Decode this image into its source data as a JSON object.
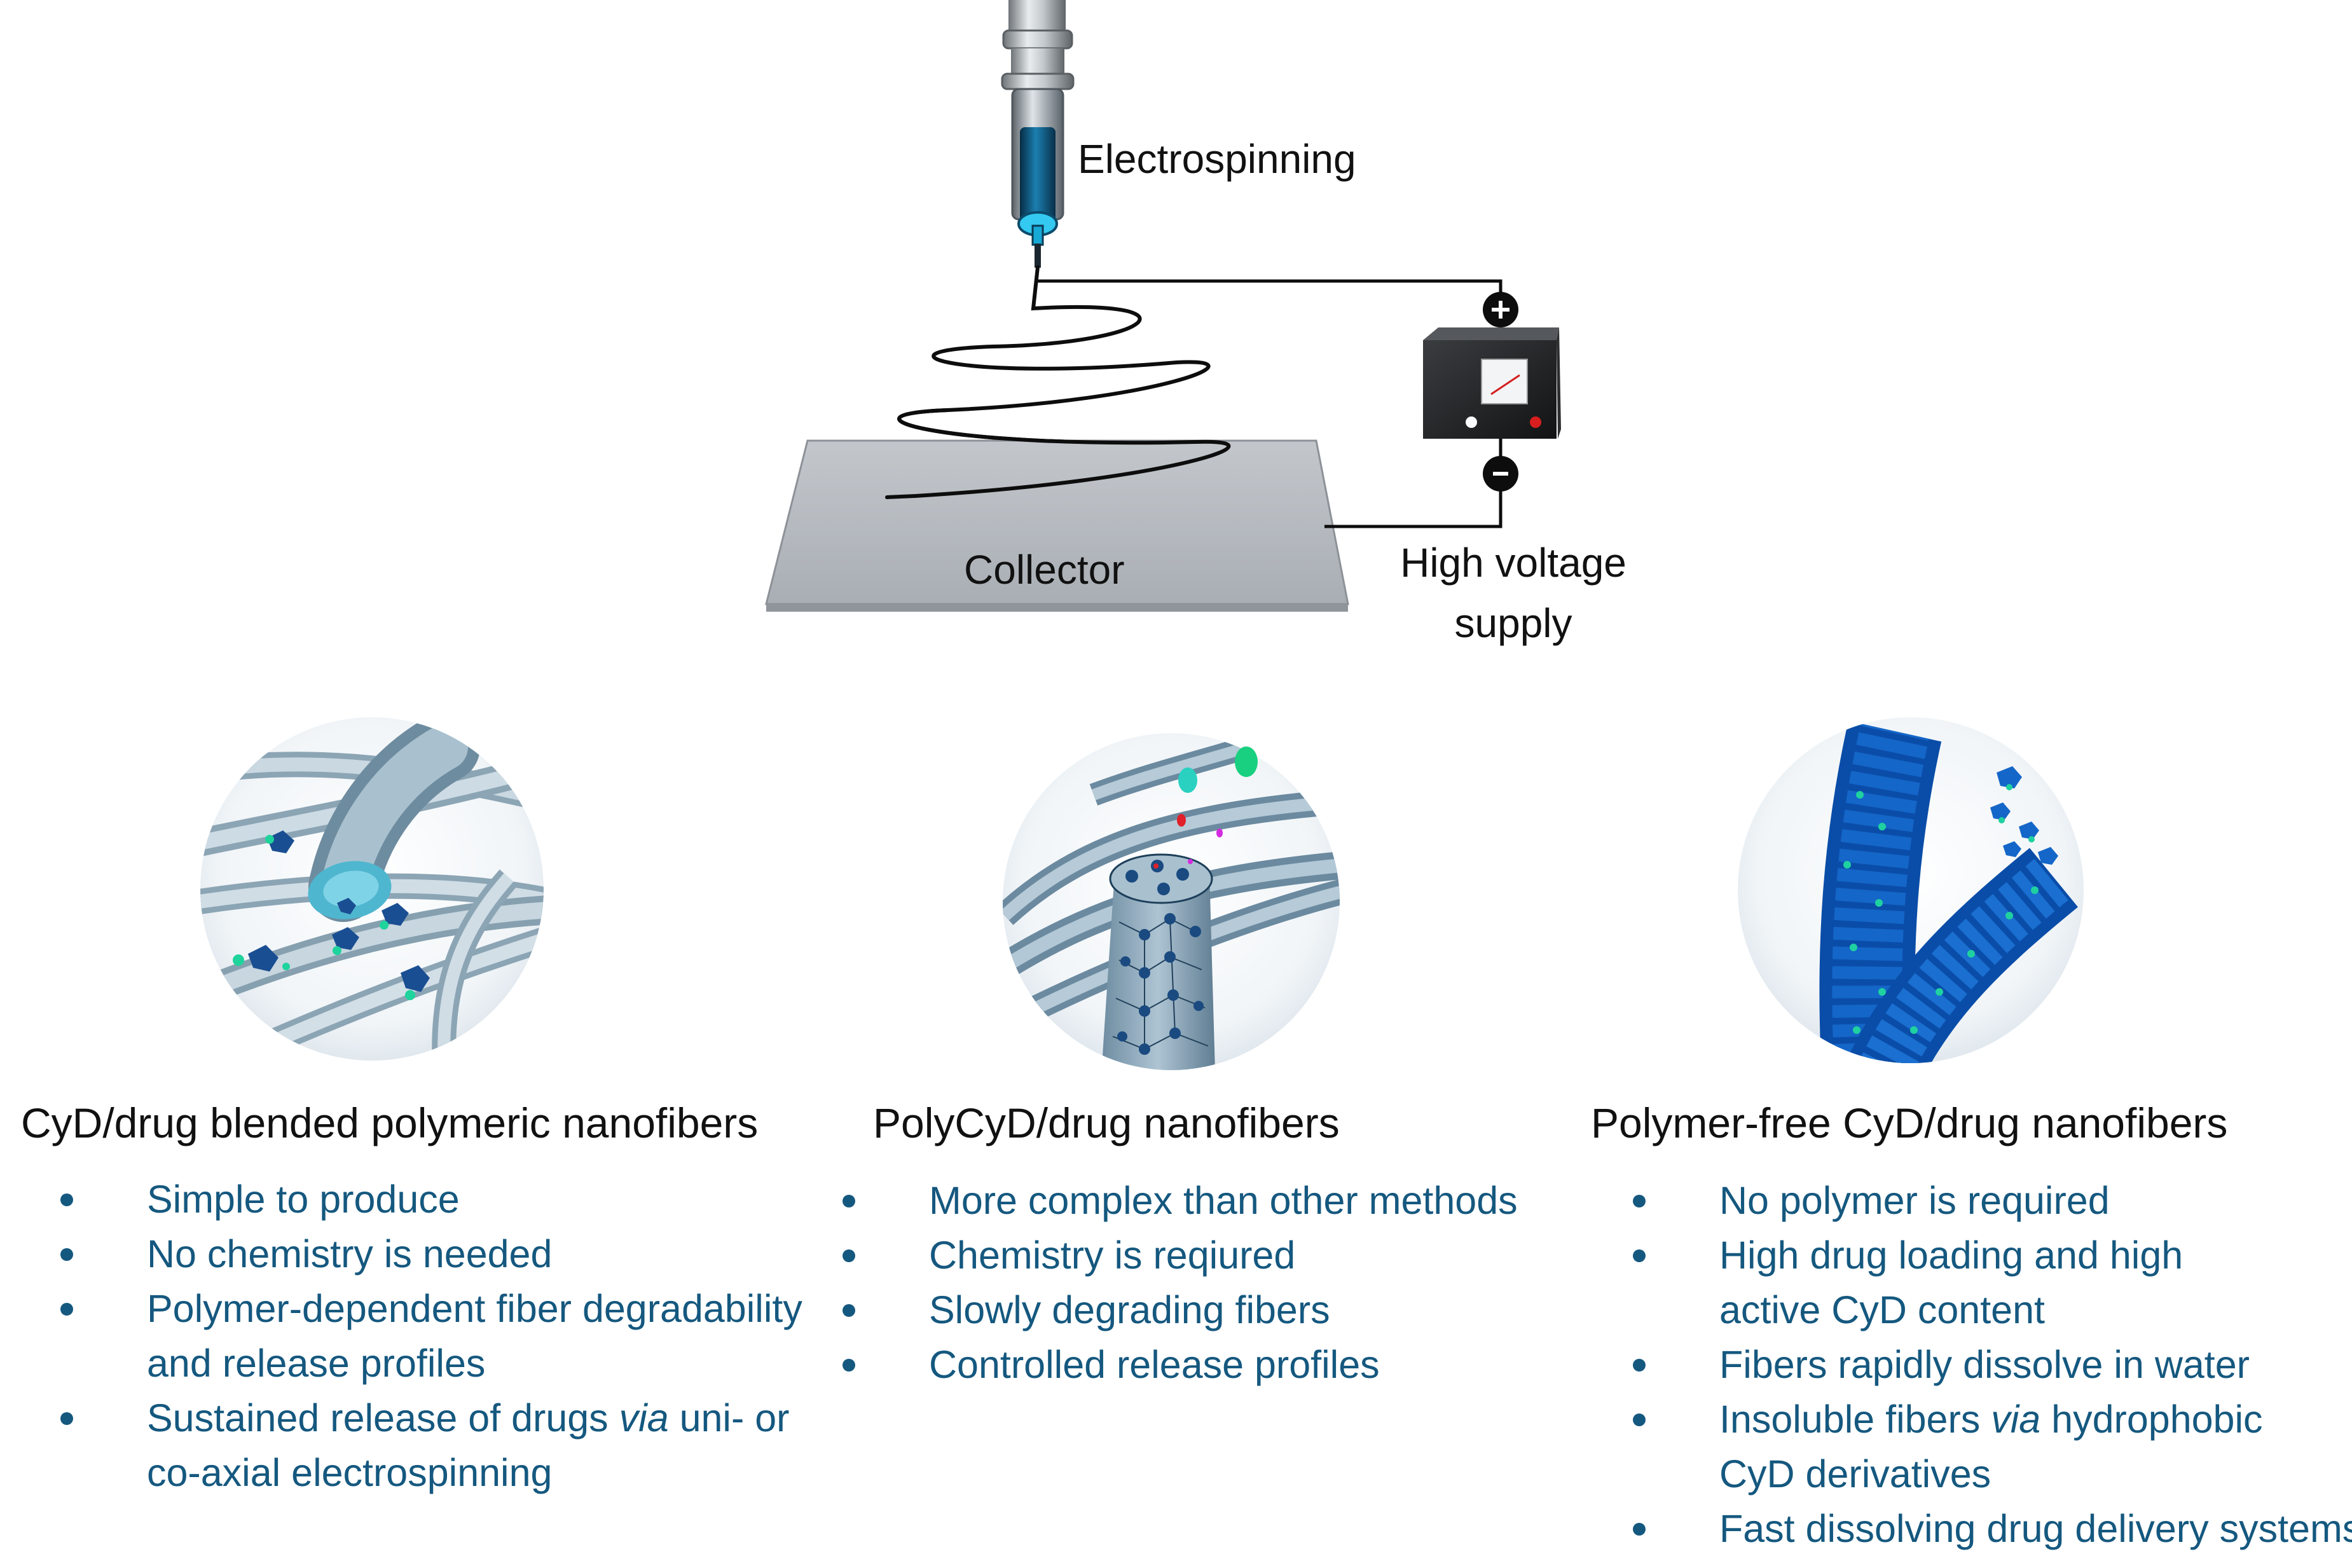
{
  "colors": {
    "bullet_text": "#15587f",
    "fiber": "#b7cbd6",
    "cyd_blue": "#1464c8",
    "drug_green": "#19d19a",
    "collector": "#b7bcc2"
  },
  "setup": {
    "electrospinning_label": "Electrospinning",
    "collector_label": "Collector",
    "supply_label": [
      "High voltage",
      "supply"
    ],
    "plus_sign": "+",
    "minus_sign": "-"
  },
  "columns": [
    {
      "title": "CyD/drug blended polymeric nanofibers",
      "bullets": [
        [
          {
            "t": "Simple to produce"
          }
        ],
        [
          {
            "t": "No chemistry is needed"
          }
        ],
        [
          {
            "t": "Polymer-dependent fiber degradability"
          },
          {
            "t": "and release profiles"
          }
        ],
        [
          {
            "t": "Sustained release of drugs ",
            "i": "via",
            "a": " uni- or"
          },
          {
            "t": "co-axial electrospinning"
          }
        ]
      ]
    },
    {
      "title": "PolyCyD/drug nanofibers",
      "bullets": [
        [
          {
            "t": "More complex than other methods"
          }
        ],
        [
          {
            "t": "Chemistry is reqiured"
          }
        ],
        [
          {
            "t": "Slowly degrading fibers"
          }
        ],
        [
          {
            "t": "Controlled release profiles"
          }
        ]
      ]
    },
    {
      "title": "Polymer-free CyD/drug nanofibers",
      "bullets": [
        [
          {
            "t": "No polymer is required"
          }
        ],
        [
          {
            "t": "High drug loading and high"
          },
          {
            "t": "active CyD  content"
          }
        ],
        [
          {
            "t": "Fibers rapidly dissolve in water"
          }
        ],
        [
          {
            "t": "Insoluble fibers ",
            "i": "via",
            "a": " hydrophobic"
          },
          {
            "t": "CyD derivatives"
          }
        ],
        [
          {
            "t": "Fast dissolving drug delivery systems"
          }
        ]
      ]
    }
  ]
}
